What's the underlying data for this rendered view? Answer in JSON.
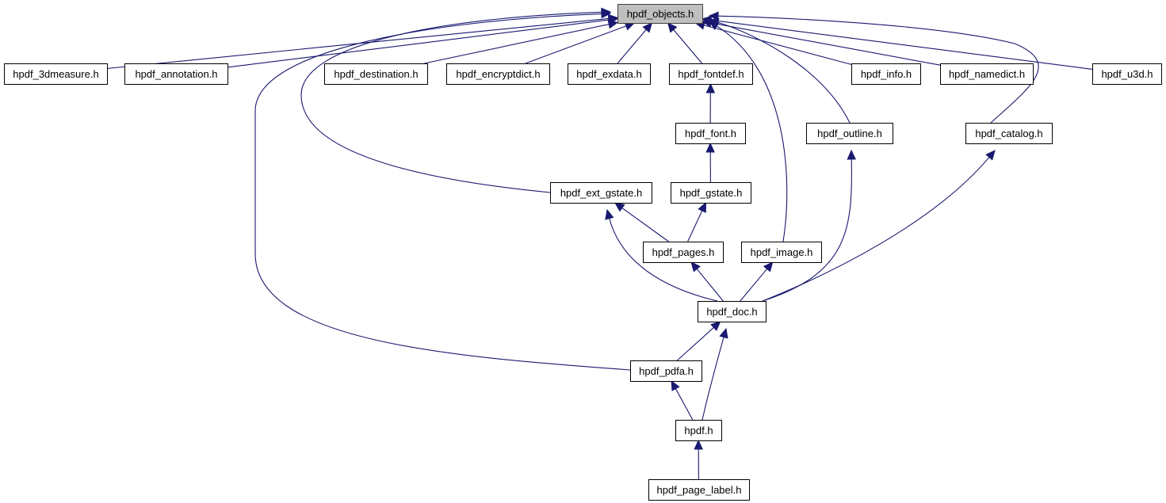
{
  "diagram": {
    "title": "hpdf_objects.h include dependency graph",
    "colors": {
      "edge": "#191970",
      "root_fill": "#bfbfbf",
      "node_fill": "#ffffff",
      "node_border": "#000000"
    },
    "root": "hpdf_objects.h",
    "nodes": [
      {
        "id": "objects",
        "label": "hpdf_objects.h",
        "root": true
      },
      {
        "id": "3dmeasure",
        "label": "hpdf_3dmeasure.h"
      },
      {
        "id": "annotation",
        "label": "hpdf_annotation.h"
      },
      {
        "id": "destination",
        "label": "hpdf_destination.h"
      },
      {
        "id": "encryptdict",
        "label": "hpdf_encryptdict.h"
      },
      {
        "id": "exdata",
        "label": "hpdf_exdata.h"
      },
      {
        "id": "fontdef",
        "label": "hpdf_fontdef.h"
      },
      {
        "id": "info",
        "label": "hpdf_info.h"
      },
      {
        "id": "namedict",
        "label": "hpdf_namedict.h"
      },
      {
        "id": "u3d",
        "label": "hpdf_u3d.h"
      },
      {
        "id": "font",
        "label": "hpdf_font.h"
      },
      {
        "id": "outline",
        "label": "hpdf_outline.h"
      },
      {
        "id": "catalog",
        "label": "hpdf_catalog.h"
      },
      {
        "id": "ext_gstate",
        "label": "hpdf_ext_gstate.h"
      },
      {
        "id": "gstate",
        "label": "hpdf_gstate.h"
      },
      {
        "id": "pages",
        "label": "hpdf_pages.h"
      },
      {
        "id": "image",
        "label": "hpdf_image.h"
      },
      {
        "id": "doc",
        "label": "hpdf_doc.h"
      },
      {
        "id": "pdfa",
        "label": "hpdf_pdfa.h"
      },
      {
        "id": "hpdf",
        "label": "hpdf.h"
      },
      {
        "id": "page_label",
        "label": "hpdf_page_label.h"
      }
    ],
    "edges": [
      {
        "from": "3dmeasure",
        "to": "objects"
      },
      {
        "from": "annotation",
        "to": "objects"
      },
      {
        "from": "destination",
        "to": "objects"
      },
      {
        "from": "encryptdict",
        "to": "objects"
      },
      {
        "from": "exdata",
        "to": "objects"
      },
      {
        "from": "fontdef",
        "to": "objects"
      },
      {
        "from": "info",
        "to": "objects"
      },
      {
        "from": "namedict",
        "to": "objects"
      },
      {
        "from": "u3d",
        "to": "objects"
      },
      {
        "from": "outline",
        "to": "objects"
      },
      {
        "from": "catalog",
        "to": "objects"
      },
      {
        "from": "ext_gstate",
        "to": "objects"
      },
      {
        "from": "image",
        "to": "objects"
      },
      {
        "from": "pdfa",
        "to": "objects"
      },
      {
        "from": "font",
        "to": "fontdef"
      },
      {
        "from": "gstate",
        "to": "font"
      },
      {
        "from": "pages",
        "to": "ext_gstate"
      },
      {
        "from": "pages",
        "to": "gstate"
      },
      {
        "from": "doc",
        "to": "ext_gstate"
      },
      {
        "from": "doc",
        "to": "pages"
      },
      {
        "from": "doc",
        "to": "image"
      },
      {
        "from": "doc",
        "to": "outline"
      },
      {
        "from": "doc",
        "to": "catalog"
      },
      {
        "from": "pdfa",
        "to": "doc"
      },
      {
        "from": "hpdf",
        "to": "doc"
      },
      {
        "from": "hpdf",
        "to": "pdfa"
      },
      {
        "from": "page_label",
        "to": "hpdf"
      }
    ]
  }
}
